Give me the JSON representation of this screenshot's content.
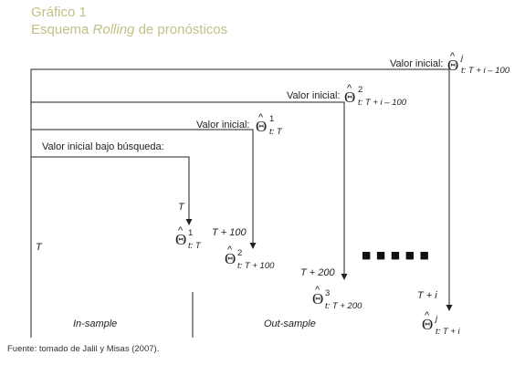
{
  "header": {
    "label": "Gráfico 1",
    "title_prefix": "Esquema ",
    "title_italic": "Rolling",
    "title_suffix": " de pronósticos"
  },
  "labels": {
    "initial_value": "Valor inicial:",
    "initial_search": "Valor inicial bajo búsqueda:",
    "T": "T",
    "T_100": "T + 100",
    "T_200": "T + 200",
    "T_i": "T + i",
    "in_sample": "In-sample",
    "out_sample": "Out-sample",
    "theta": "Θ",
    "hat": "^",
    "ellipsis": "■ ■ ■ ■ ■"
  },
  "estimates": {
    "top_j_sup": "j",
    "top_j_sub": "t: T + i – 100",
    "top_2_sup": "2",
    "top_2_sub": "t: T + i – 100",
    "top_1_sup": "1",
    "top_1_sub": "t: T",
    "f1_sup": "1",
    "f1_sub": "t: T",
    "f2_sup": "2",
    "f2_sub": "t: T + 100",
    "f3_sup": "3",
    "f3_sub": "t: T + 200",
    "fj_sup": "j",
    "fj_sub": "t: T + i"
  },
  "source": "Fuente: tomado de Jalil y Misas (2007).",
  "colors": {
    "title": "#c2bf86",
    "line": "#222222"
  }
}
